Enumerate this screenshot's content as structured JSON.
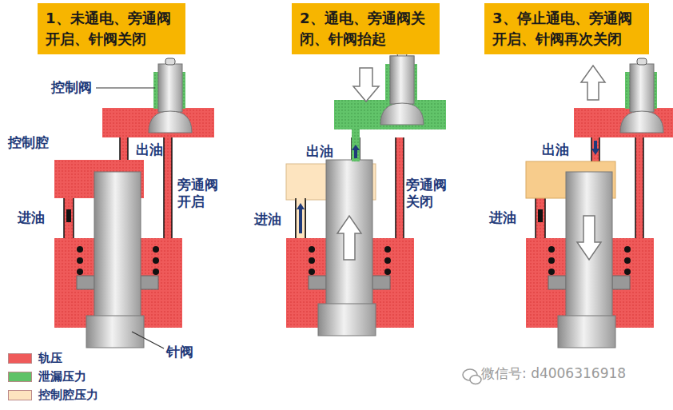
{
  "diagram": {
    "nodes": [
      {
        "text": [
          "1、未通电、旁通阀开启、针阀关闭"
        ]
      },
      {
        "text": [
          "2、通电、旁通阀关闭、针阀抬起"
        ]
      },
      {
        "text": [
          "3、停止通电、旁通阀开启、针阀再次关闭"
        ]
      }
    ],
    "labels": [
      "控制阀",
      "控制腔",
      "出油",
      "旁通阀开启",
      "进油",
      "针阀",
      "出油",
      "旁通阀关闭",
      "进油",
      "出油",
      "进油",
      "微信号: d4006316918"
    ],
    "legend": [
      {
        "text": "轨压",
        "color": "#ef5a5a"
      },
      {
        "text": "泄漏压力",
        "color": "#5fc267"
      },
      {
        "text": "控制腔压力",
        "color": "#fde4bf"
      }
    ]
  }
}
